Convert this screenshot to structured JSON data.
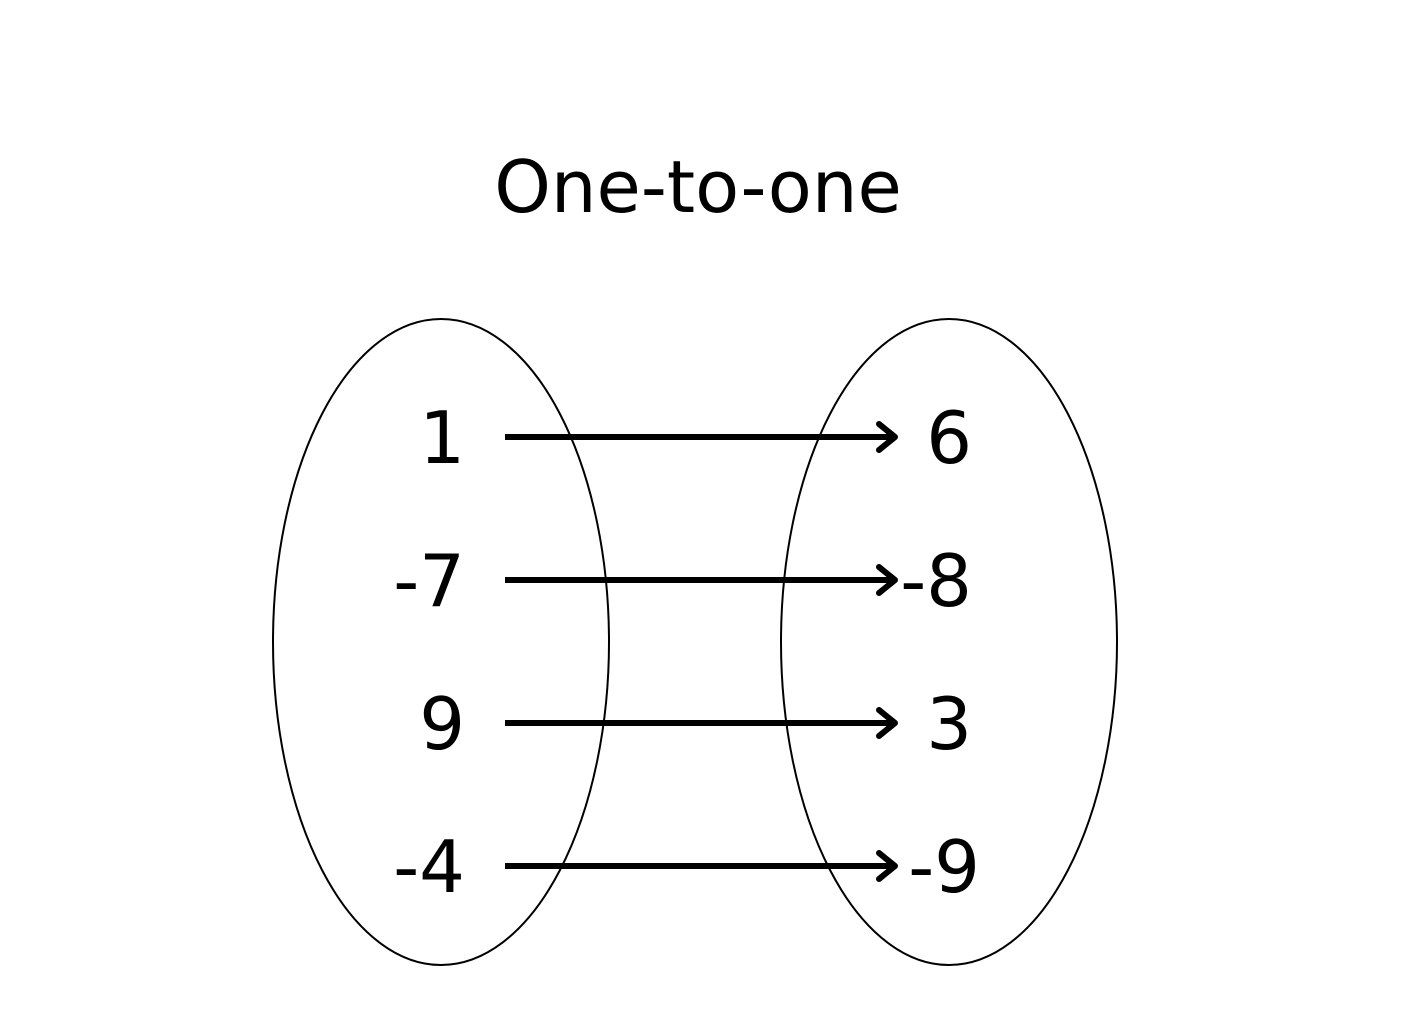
{
  "title": "One-to-one",
  "colors": {
    "ink": "#000000",
    "background": "#ffffff"
  },
  "domain_set": [
    "1",
    "-7",
    "9",
    "-4"
  ],
  "codomain_set": [
    "6",
    "-8",
    "3",
    "-9"
  ],
  "mappings": [
    {
      "from": "1",
      "to": "6"
    },
    {
      "from": "-7",
      "to": "-8"
    },
    {
      "from": "9",
      "to": "3"
    },
    {
      "from": "-4",
      "to": "-9"
    }
  ]
}
